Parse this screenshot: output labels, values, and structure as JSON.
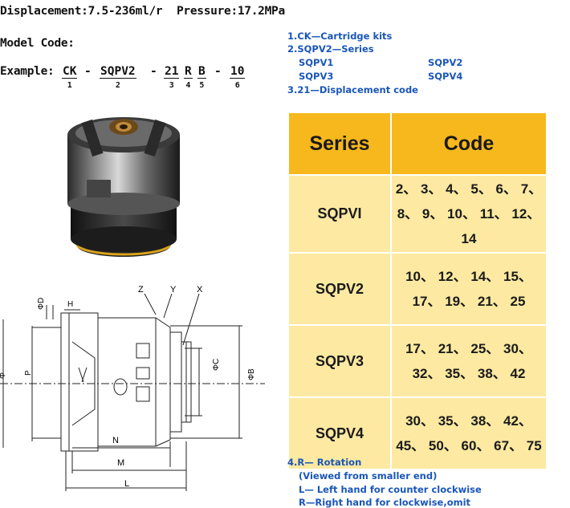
{
  "header": {
    "displacement": "Displacement:7.5-236ml/r",
    "pressure": "Pressure:17.2MPa",
    "model_code": "Model Code:",
    "example_label": "Example:",
    "code_parts": [
      {
        "text": "CK",
        "num": "1"
      },
      {
        "text": "SQPV2",
        "num": "2"
      },
      {
        "text": "21",
        "num": "3"
      },
      {
        "text": "R",
        "num": "4"
      },
      {
        "text": "B",
        "num": "5"
      },
      {
        "text": "10",
        "num": "6"
      }
    ],
    "separator": "-"
  },
  "legend_top": {
    "line1": "1.CK—Cartridge kits",
    "line2": "2.SQPV2—Series",
    "series_a": "SQPV1",
    "series_b": "SQPV2",
    "series_c": "SQPV3",
    "series_d": "SQPV4",
    "line3": "3.21—Displacement code"
  },
  "table": {
    "col1": "Series",
    "col2": "Code",
    "rows": [
      {
        "series": "SQPVI",
        "line1": "2、 3、 4、 5、 6、 7、",
        "line2": "8、 9、 10、 11、 12、 14"
      },
      {
        "series": "SQPV2",
        "line1": "10、 12、 14、 15、",
        "line2": "17、 19、 21、 25"
      },
      {
        "series": "SQPV3",
        "line1": "17、 21、 25、 30、",
        "line2": "32、 35、 38、 42"
      },
      {
        "series": "SQPV4",
        "line1": "30、 35、 38、 42、",
        "line2": "45、 50、 60、 67、 75"
      }
    ]
  },
  "legend_bottom": {
    "line1": "4.R— Rotation",
    "line2": "(Viewed from smaller end)",
    "line3": "L— Left hand for counter clockwise",
    "line4": "R—Right hand for clockwise,omit"
  },
  "drawing": {
    "label_z": "Z",
    "label_y": "Y",
    "label_x": "X",
    "label_d": "ΦD",
    "label_h": "H",
    "label_p": "P",
    "label_c": "ΦC",
    "label_b": "ΦB",
    "label_n": "N",
    "label_m": "M",
    "label_l": "L",
    "label_phi_left": "Φ"
  },
  "colors": {
    "table_header": "#f6b81c",
    "table_row": "#fde9a1",
    "legend_text": "#1a56b8"
  }
}
